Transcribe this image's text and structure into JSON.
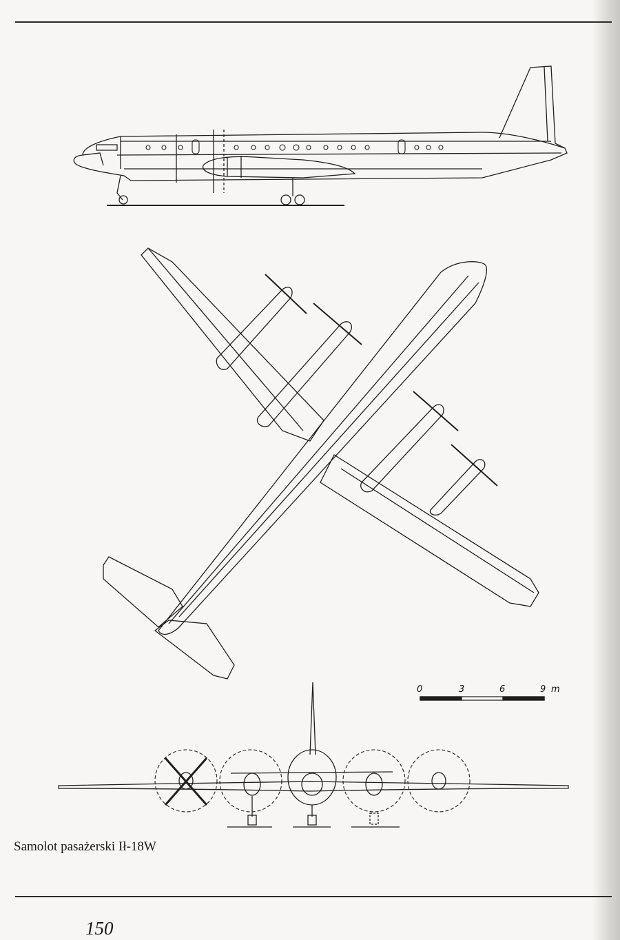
{
  "page": {
    "caption": "Samolot pasażerski Ił-18W",
    "page_number": "150"
  },
  "figure": {
    "views": [
      "side-view",
      "top-view",
      "front-view"
    ],
    "scale_bar": {
      "ticks": [
        "0",
        "3",
        "6",
        "9"
      ],
      "unit": "m"
    }
  },
  "colors": {
    "paper": "#f7f6f4",
    "ink": "#1a1a1a"
  }
}
